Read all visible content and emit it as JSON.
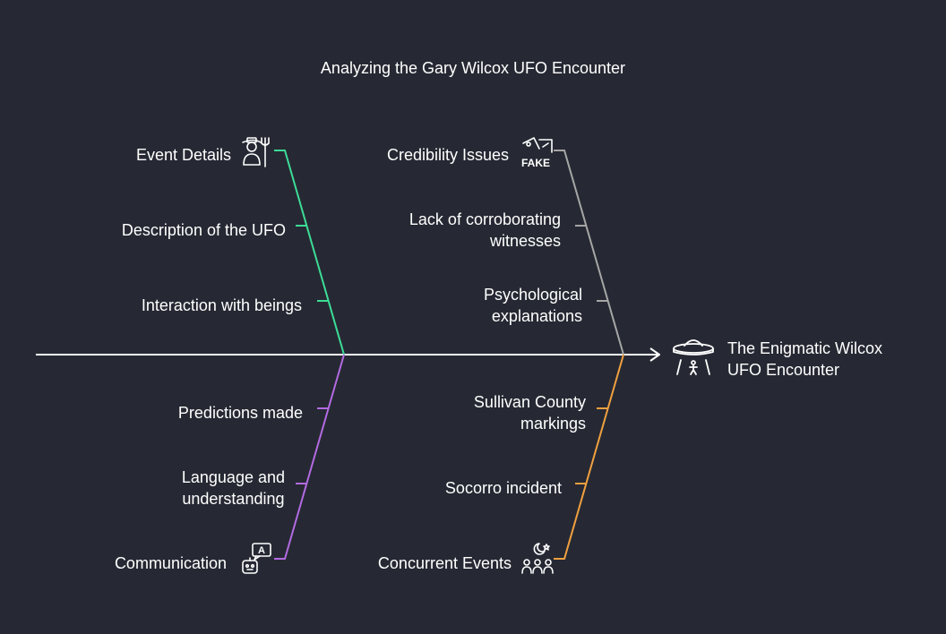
{
  "title": "Analyzing the Gary Wilcox UFO Encounter",
  "head": {
    "label_line1": "The Enigmatic Wilcox",
    "label_line2": "UFO Encounter",
    "icon": "ufo-abduction-icon"
  },
  "categories": [
    {
      "label": "Event Details",
      "icon": "farmer-pitchfork-icon",
      "color": "#3ddc97",
      "causes": [
        "Description of the UFO",
        "Interaction with beings"
      ]
    },
    {
      "label": "Credibility Issues",
      "icon": "fake-photo-icon",
      "color": "#a6a6a6",
      "causes": [
        {
          "line1": "Lack of corroborating",
          "line2": "witnesses"
        },
        {
          "line1": "Psychological",
          "line2": "explanations"
        }
      ]
    },
    {
      "label": "Communication",
      "icon": "robot-speech-icon",
      "color": "#b36ae2",
      "causes": [
        "Predictions made",
        {
          "line1": "Language and",
          "line2": "understanding"
        }
      ]
    },
    {
      "label": "Concurrent Events",
      "icon": "crowd-night-icon",
      "color": "#f0a040",
      "causes": [
        {
          "line1": "Sullivan County",
          "line2": "markings"
        },
        "Socorro incident"
      ]
    }
  ]
}
